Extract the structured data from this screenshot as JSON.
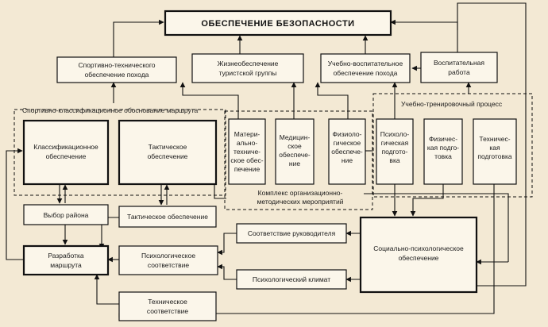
{
  "diagram": {
    "title": "ОБЕСПЕЧЕНИЕ БЕЗОПАСНОСТИ",
    "nodes": {
      "sport_tech": [
        "Спортивно-технического",
        "обеспечение похода"
      ],
      "life_support": [
        "Жизнеобеспечение",
        "туристской группы"
      ],
      "edu_upbringing": [
        "Учебно-воспитательное",
        "обеспечение похода"
      ],
      "upbringing": [
        "Воспитательная",
        "работа"
      ],
      "classification": [
        "Классификационное",
        "обеспечение"
      ],
      "tactical_top": [
        "Тактическое",
        "обеспечение"
      ],
      "material": [
        "Матери-",
        "ально-",
        "техниче-",
        "ское обес-",
        "печение"
      ],
      "medical": [
        "Медицин-",
        "ское",
        "обеспече-",
        "ние"
      ],
      "physio": [
        "Физиоло-",
        "гическое",
        "обеспече-",
        "ние"
      ],
      "psych_prep": [
        "Психоло-",
        "гическая",
        "подгото-",
        "вка"
      ],
      "phys_prep": [
        "Физичес-",
        "кая подго-",
        "товка"
      ],
      "tech_prep": [
        "Техничес-",
        "кая",
        "подготовка"
      ],
      "area_choice": [
        "Выбор района"
      ],
      "tactical_bottom": [
        "Тактическое обеспечение"
      ],
      "route_dev": [
        "Разработка",
        "маршрута"
      ],
      "psych_compat": [
        "Психологическое",
        "соответствие"
      ],
      "tech_compat": [
        "Техническое",
        "соответствие"
      ],
      "leader_match": [
        "Соответствие руководителя"
      ],
      "psych_climate": [
        "Психологический климат"
      ],
      "social_psych": [
        "Социально-психологическое",
        "обеспечение"
      ]
    },
    "groups": {
      "sport_class": "Спортивно-классификационное обоснование маршрута",
      "training": "Учебно-тренировочный процесс",
      "complex": [
        "Комплекс организационно-",
        "методических мероприятий"
      ]
    }
  }
}
